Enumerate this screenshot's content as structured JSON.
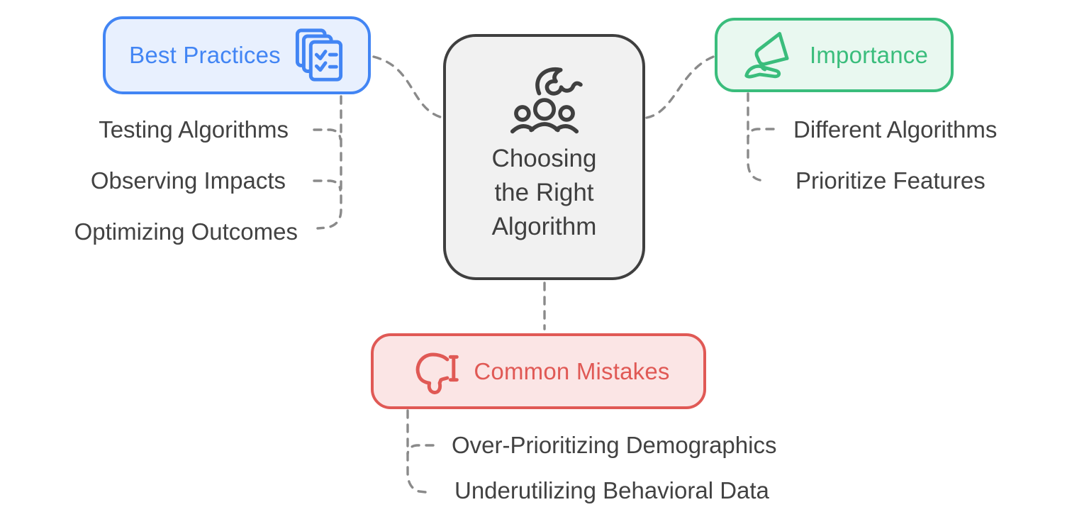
{
  "center": {
    "label": "Choosing the Right Algorithm",
    "lines": {
      "l1": "Choosing",
      "l2": "the Right",
      "l3": "Algorithm"
    },
    "icon": "hand-picking-people-icon"
  },
  "branches": {
    "best_practices": {
      "label": "Best Practices",
      "icon": "checklist-documents-icon",
      "accent": "#4285f4",
      "fill": "#e8f0fe",
      "items": {
        "i1": "Testing Algorithms",
        "i2": "Observing Impacts",
        "i3": "Optimizing Outcomes"
      }
    },
    "importance": {
      "label": "Importance",
      "icon": "hand-megaphone-icon",
      "accent": "#3abd7c",
      "fill": "#e9f8f0",
      "items": {
        "i1": "Different Algorithms",
        "i2": "Prioritize Features"
      }
    },
    "common_mistakes": {
      "label": "Common Mistakes",
      "icon": "thumbs-down-icon",
      "accent": "#e05955",
      "fill": "#fbe5e5",
      "items": {
        "i1": "Over-Prioritizing Demographics",
        "i2": "Underutilizing Behavioral Data"
      }
    }
  },
  "colors": {
    "center_border": "#3f3f3f",
    "center_fill": "#f1f1f1",
    "sub_item_text": "#424242",
    "connector": "#8a8a8a",
    "background": "#ffffff"
  }
}
